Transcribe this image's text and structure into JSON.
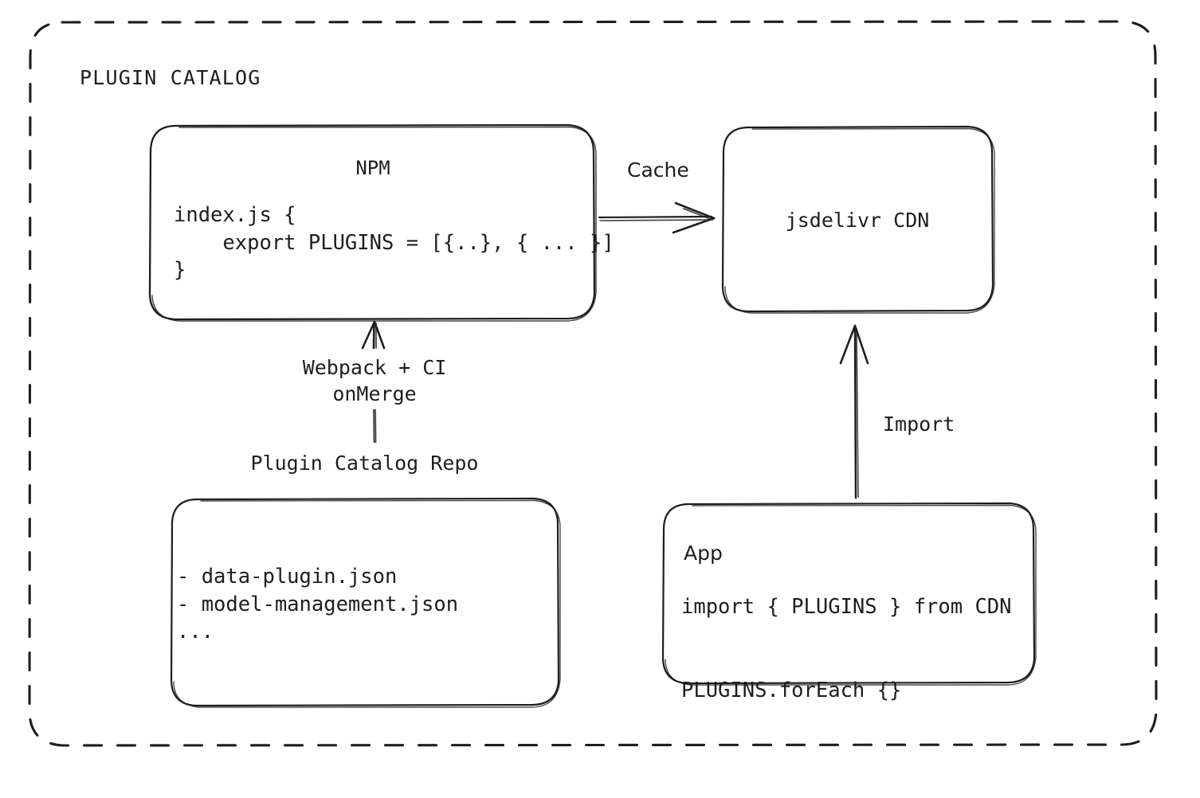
{
  "diagram": {
    "title": "PLUGIN CATALOG",
    "background": "#ffffff",
    "stroke": "#1e1e1e",
    "style": "hand-drawn-sketch",
    "boundary": "dashed-rounded-rectangle"
  },
  "nodes": {
    "npm": {
      "title": "NPM",
      "code": "index.js {\n    export PLUGINS = [{..}, { ... }]\n}"
    },
    "cdn": {
      "title": "jsdelivr CDN"
    },
    "repo": {
      "title": "Plugin Catalog Repo",
      "files": "- data-plugin.json\n- model-management.json\n..."
    },
    "app": {
      "title": "App",
      "code": "import { PLUGINS } from CDN\n\nPLUGINS.forEach {}"
    }
  },
  "edges": {
    "cache": {
      "label": "Cache",
      "from": "npm",
      "to": "cdn",
      "direction": "right"
    },
    "build": {
      "label": "Webpack + CI\nonMerge",
      "from": "repo",
      "to": "npm",
      "direction": "up"
    },
    "import": {
      "label": "Import",
      "from": "app",
      "to": "cdn",
      "direction": "up"
    }
  }
}
